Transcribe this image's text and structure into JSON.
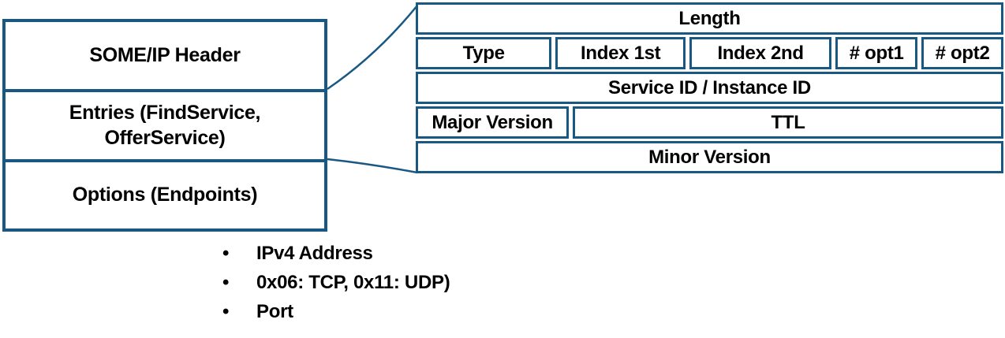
{
  "colors": {
    "accent_blue": "#1A5884",
    "text": "#000000",
    "background": "#FFFFFF"
  },
  "stack": {
    "boxes": [
      {
        "label": "SOME/IP Header"
      },
      {
        "label": "Entries (FindService,\nOfferService)"
      },
      {
        "label": "Options (Endpoints)"
      }
    ]
  },
  "entry_table": {
    "rows": [
      {
        "cells": [
          {
            "label": "Length"
          }
        ]
      },
      {
        "cells": [
          {
            "label": "Type"
          },
          {
            "label": "Index 1st"
          },
          {
            "label": "Index 2nd"
          },
          {
            "label": "# opt1"
          },
          {
            "label": "# opt2"
          }
        ]
      },
      {
        "cells": [
          {
            "label": "Service ID / Instance ID"
          }
        ]
      },
      {
        "cells": [
          {
            "label": "Major Version"
          },
          {
            "label": "TTL"
          }
        ]
      },
      {
        "cells": [
          {
            "label": "Minor Version"
          }
        ]
      }
    ]
  },
  "options_list": {
    "bullet_char": "•",
    "items": [
      "IPv4 Address",
      "0x06: TCP, 0x11: UDP)",
      "Port"
    ]
  }
}
